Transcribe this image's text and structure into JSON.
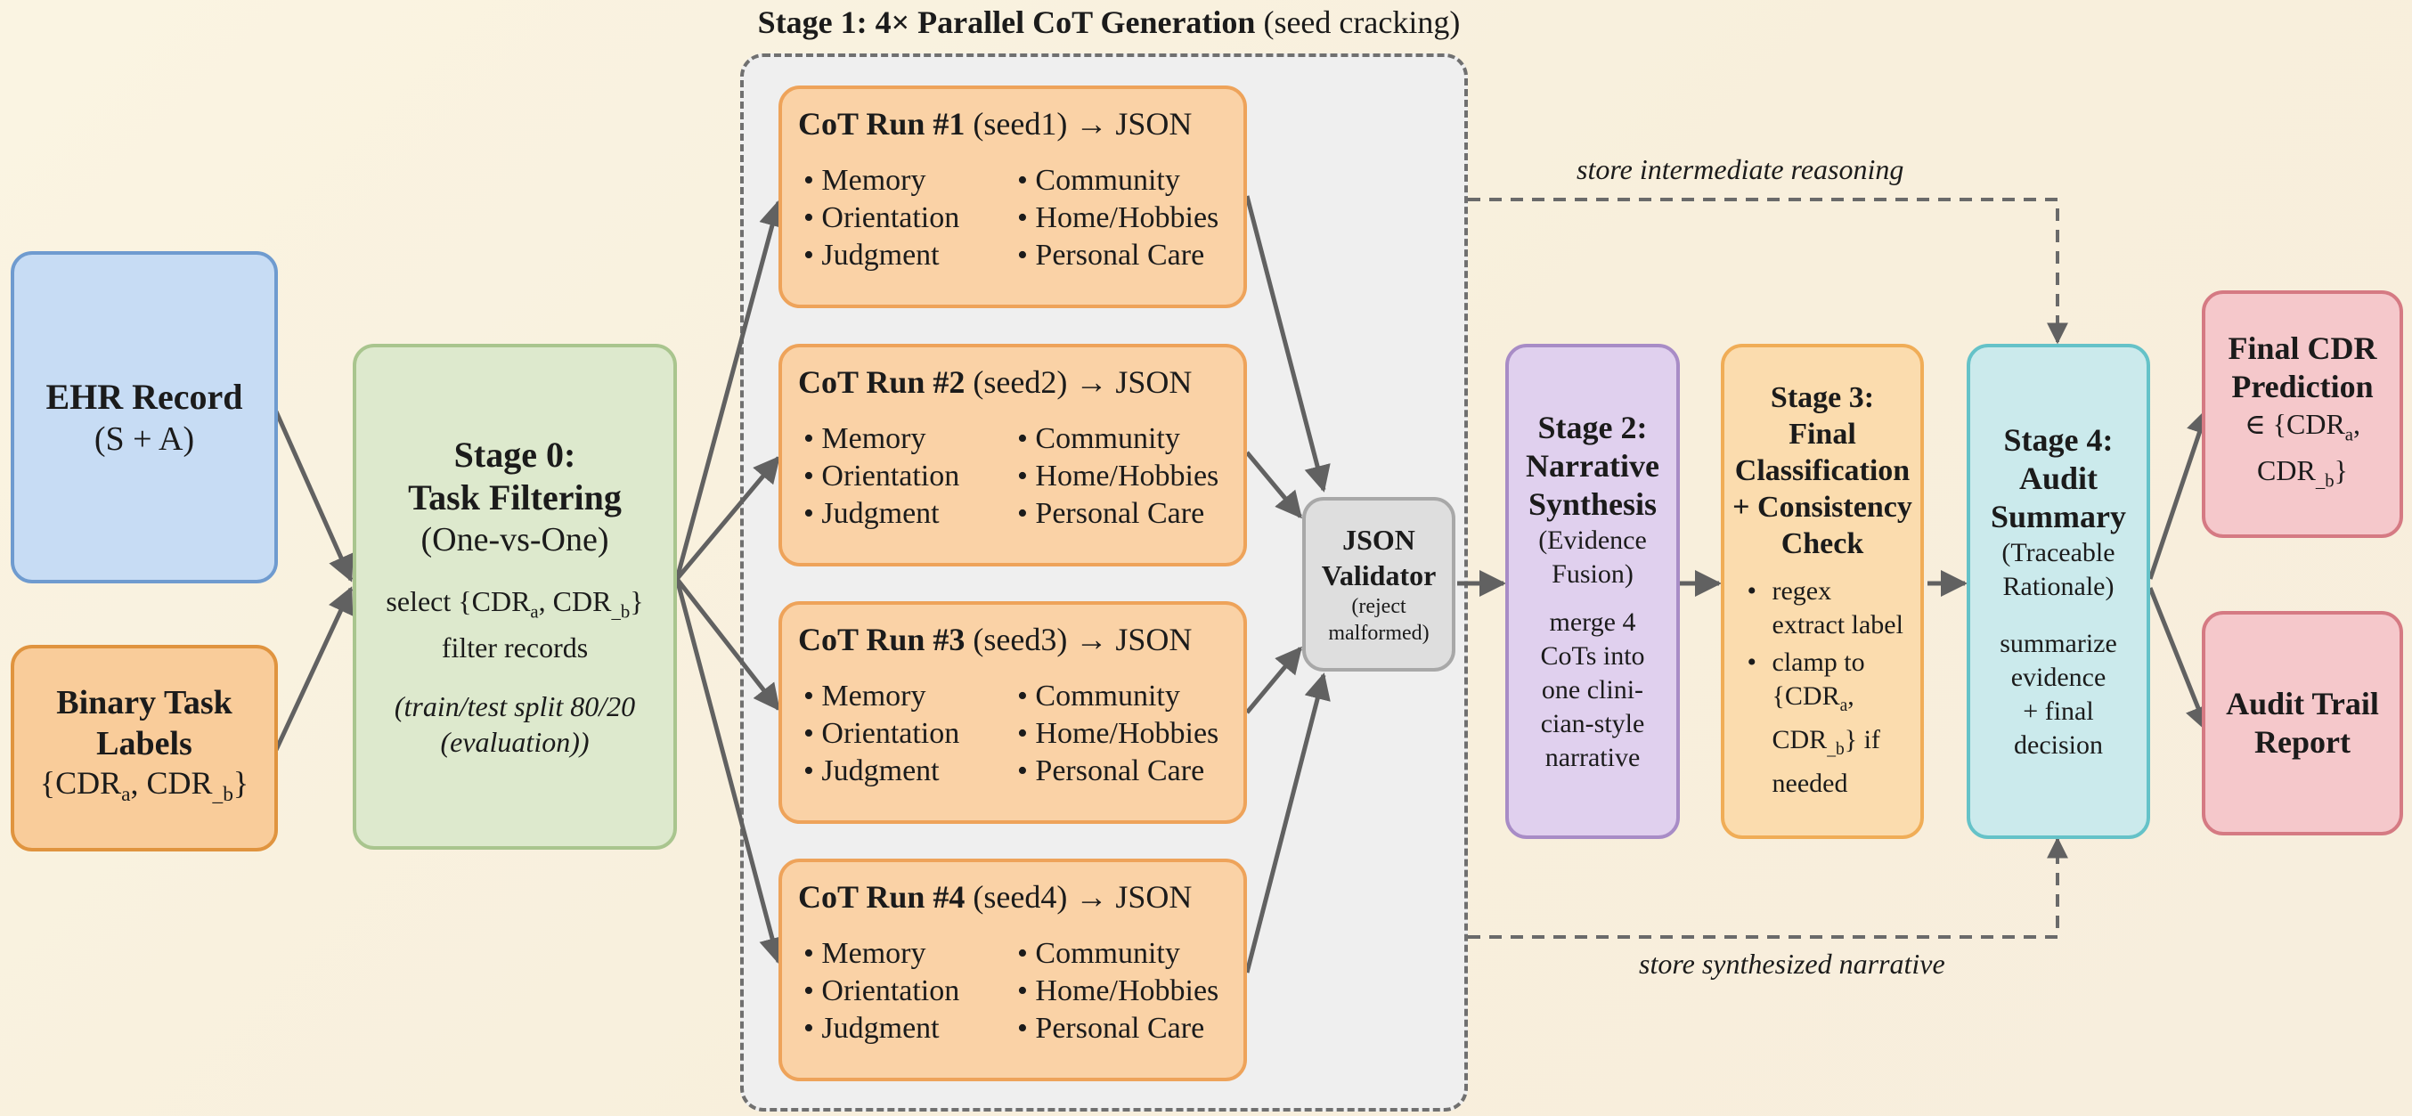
{
  "stage1_title": {
    "bold": "Stage 1: 4× Parallel CoT Generation",
    "normal": "(seed cracking)"
  },
  "ehr": {
    "title": "EHR Record",
    "subtitle": "(S + A)"
  },
  "labels_box": {
    "title_line1": "Binary Task",
    "title_line2": "Labels",
    "set_prefix": "{CDR",
    "sub_a": "a",
    "mid": ", CDR",
    "sub_b": "_b",
    "suffix": "}"
  },
  "stage0": {
    "title_line1": "Stage 0:",
    "title_line2": "Task Filtering",
    "subtitle": "(One-vs-One)",
    "select_prefix": "select {CDR",
    "sub_a": "a",
    "mid": ", CDR",
    "sub_b": "_b",
    "suffix": "}",
    "filter": "filter records",
    "split_line1": "(train/test split 80/20",
    "split_line2": "(evaluation))"
  },
  "cot_runs": [
    {
      "head_bold": "CoT Run #1",
      "head_rest": " (seed1) → JSON",
      "items": [
        "Memory",
        "Community",
        "Orientation",
        "Home/Hobbies",
        "Judgment",
        "Personal Care"
      ]
    },
    {
      "head_bold": "CoT Run #2",
      "head_rest": " (seed2) → JSON",
      "items": [
        "Memory",
        "Community",
        "Orientation",
        "Home/Hobbies",
        "Judgment",
        "Personal Care"
      ]
    },
    {
      "head_bold": "CoT Run #3",
      "head_rest": " (seed3) → JSON",
      "items": [
        "Memory",
        "Community",
        "Orientation",
        "Home/Hobbies",
        "Judgment",
        "Personal Care"
      ]
    },
    {
      "head_bold": "CoT Run #4",
      "head_rest": " (seed4) → JSON",
      "items": [
        "Memory",
        "Community",
        "Orientation",
        "Home/Hobbies",
        "Judgment",
        "Personal Care"
      ]
    }
  ],
  "validator": {
    "line1": "JSON",
    "line2": "Validator",
    "line3": "(reject",
    "line4": "malformed)"
  },
  "stage2": {
    "title_line1": "Stage 2:",
    "title_line2": "Narrative",
    "title_line3": "Synthesis",
    "sub_line1": "(Evidence",
    "sub_line2": "Fusion)",
    "body": [
      "merge 4",
      "CoTs into",
      "one clini-",
      "cian-style",
      "narrative"
    ]
  },
  "stage3": {
    "title_line1": "Stage 3:",
    "title_line2": "Final",
    "title_line3": "Classification",
    "title_line4": "+ Consistency",
    "title_line5": "Check",
    "bullet1_line1": "regex",
    "bullet1_line2": "extract label",
    "bullet2_line1": "clamp to",
    "bullet2_prefix": "{CDR",
    "sub_a": "a",
    "comma": ",",
    "bullet2_b": "CDR",
    "sub_b": "_b",
    "bullet2_suffix": "} if",
    "bullet2_last": "needed"
  },
  "stage4": {
    "title_line1": "Stage 4:",
    "title_line2": "Audit",
    "title_line3": "Summary",
    "sub_line1": "(Traceable",
    "sub_line2": "Rationale)",
    "body": [
      "summarize",
      "evidence",
      "+ final",
      "decision"
    ]
  },
  "final_pred": {
    "title_line1": "Final CDR",
    "title_line2": "Prediction",
    "set_prefix": "∈ {CDR",
    "sub_a": "a",
    "comma": ",",
    "set_b": "CDR",
    "sub_b": "_b",
    "suffix": "}"
  },
  "audit_report": {
    "line1": "Audit Trail",
    "line2": "Report"
  },
  "edge_labels": {
    "top": "store intermediate reasoning",
    "bottom": "store synthesized narrative"
  },
  "colors": {
    "blue": "#c7dcf4",
    "orange": "#f9cc9a",
    "green": "#dde9cd",
    "gray": "#dedede",
    "purple": "#e0d0ee",
    "amber": "#fbdcae",
    "teal": "#cbeaec",
    "pink": "#f5c8cb",
    "arrow": "#616161"
  }
}
